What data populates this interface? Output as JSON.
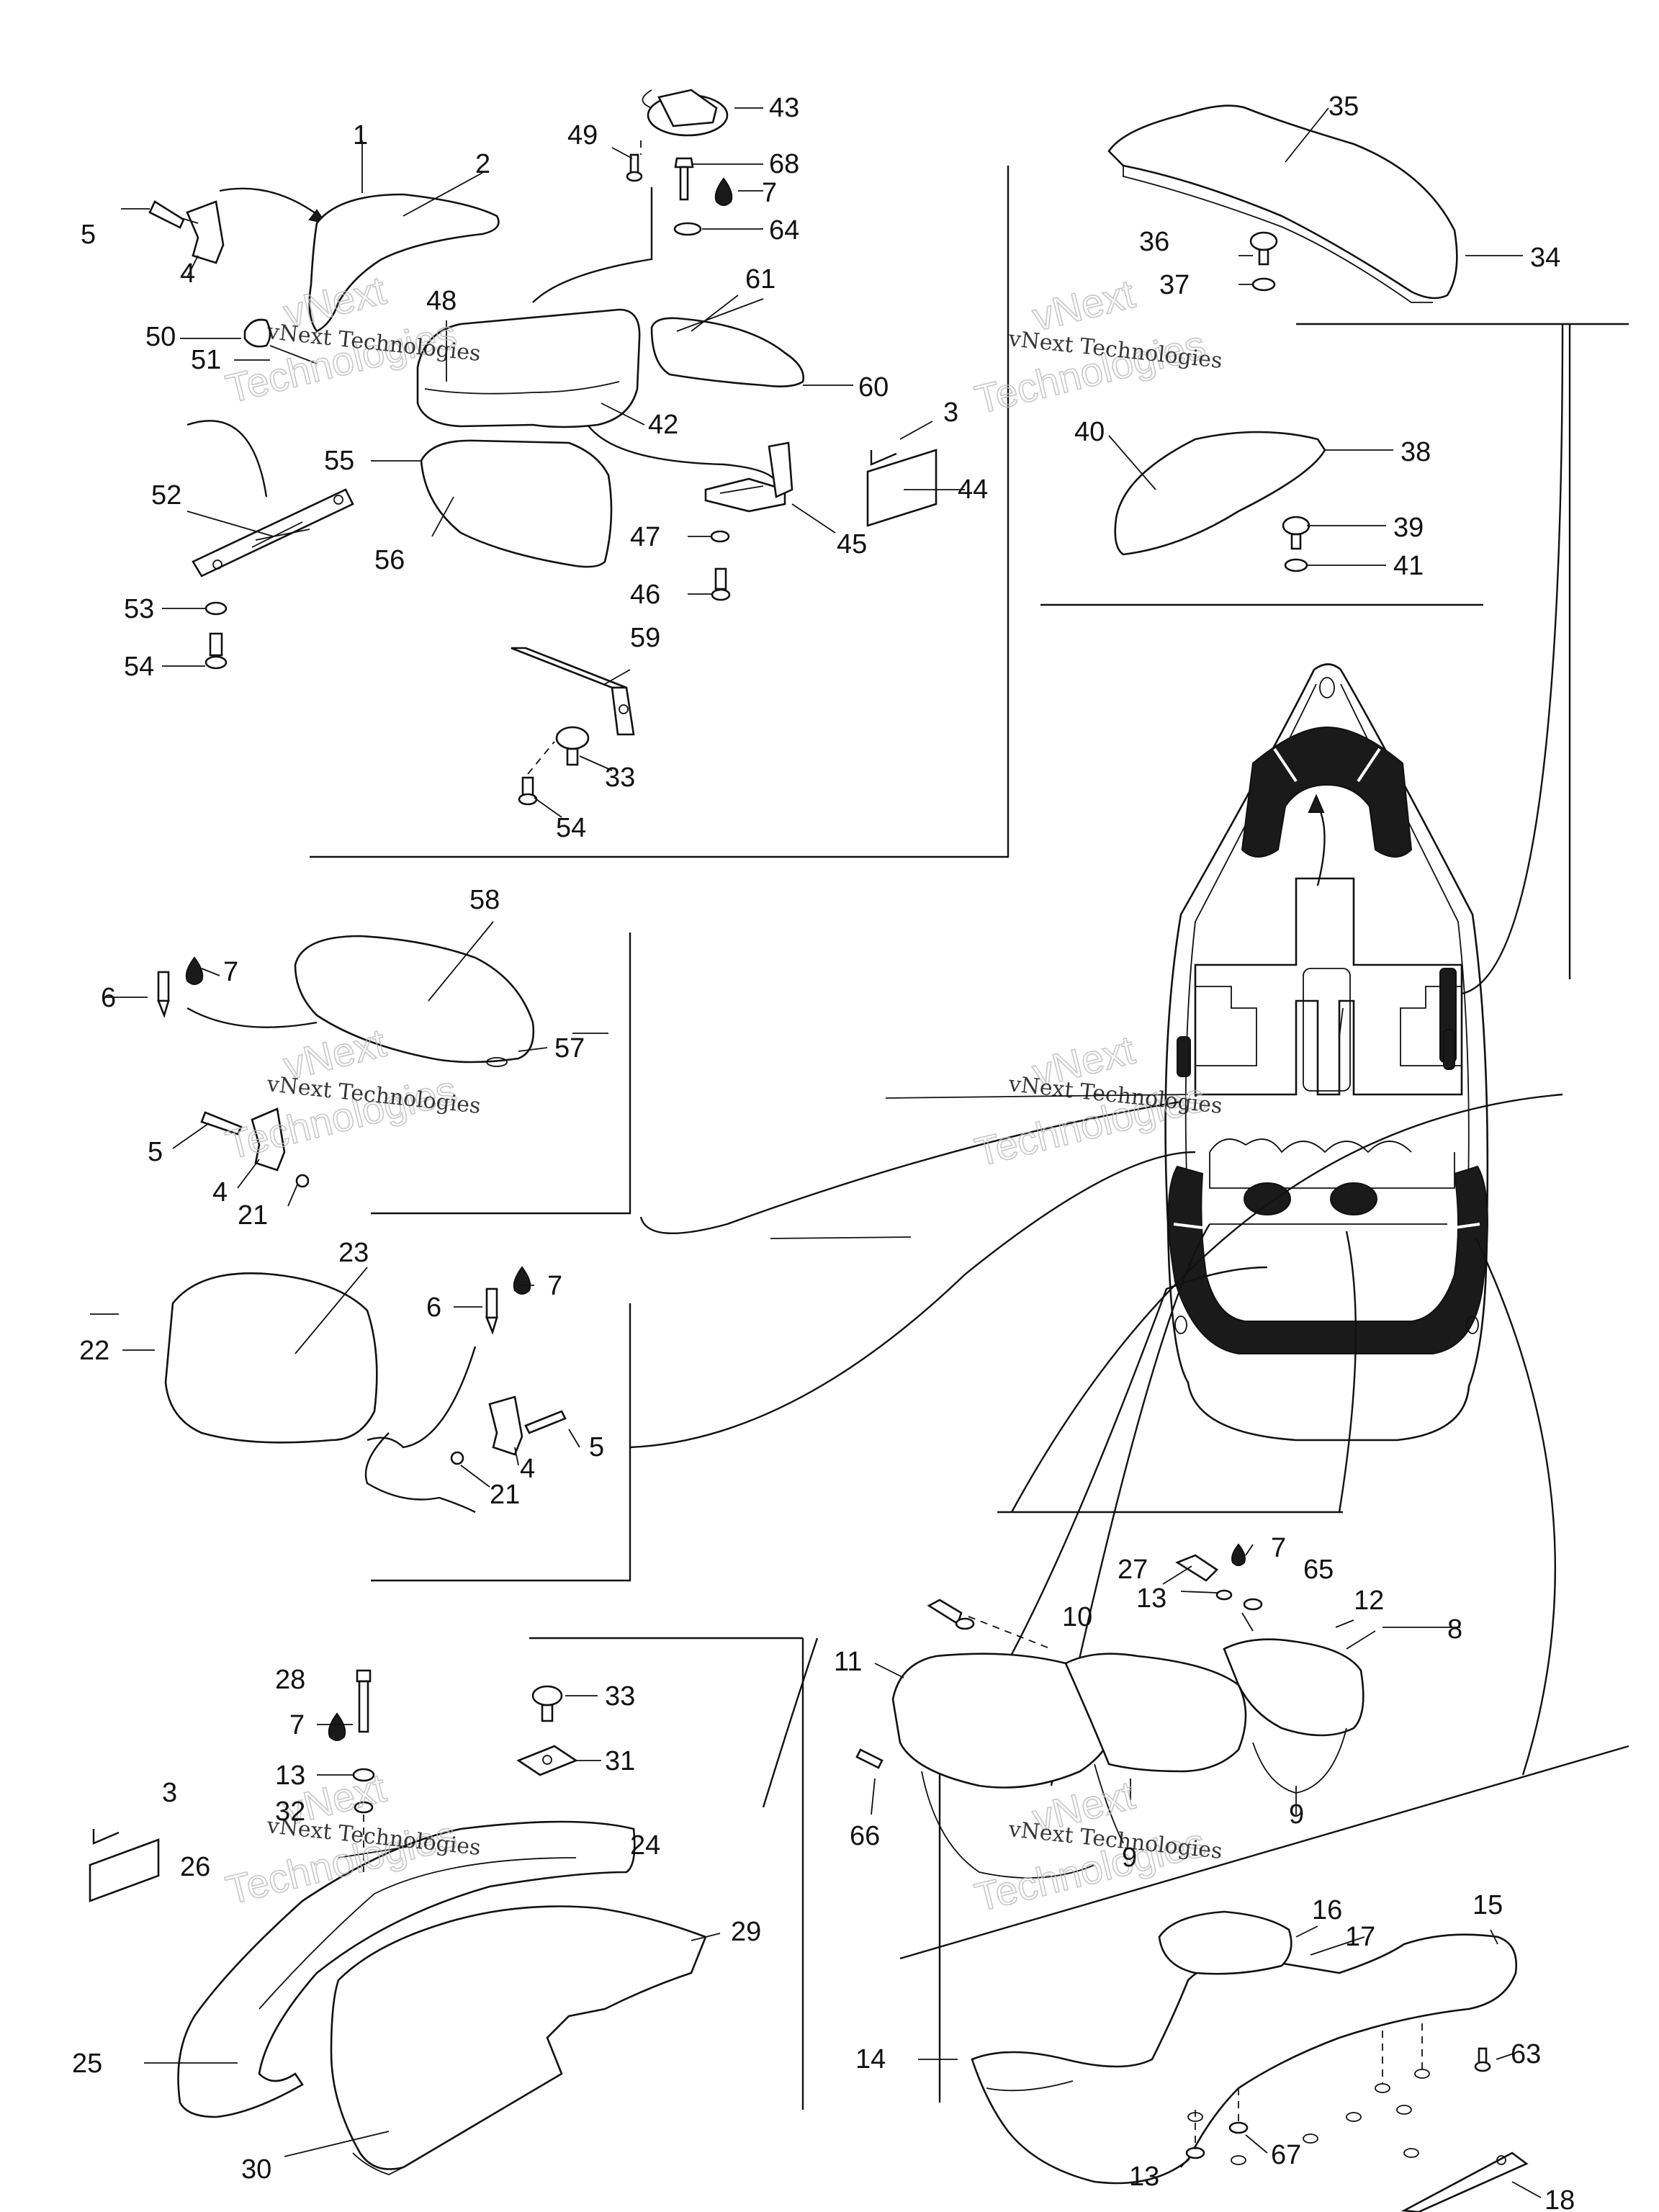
{
  "callouts": {
    "c1": "1",
    "c2": "2",
    "c3a": "3",
    "c3b": "3",
    "c4a": "4",
    "c4b": "4",
    "c4c": "4",
    "c5a": "5",
    "c5b": "5",
    "c5c": "5",
    "c6a": "6",
    "c6b": "6",
    "c7a": "7",
    "c7b": "7",
    "c7c": "7",
    "c7d": "7",
    "c7e": "7",
    "c8": "8",
    "c9a": "9",
    "c9b": "9",
    "c10": "10",
    "c11": "11",
    "c12": "12",
    "c13a": "13",
    "c13b": "13",
    "c13c": "13",
    "c14": "14",
    "c15": "15",
    "c16": "16",
    "c17": "17",
    "c18": "18",
    "c21a": "21",
    "c21b": "21",
    "c22": "22",
    "c23": "23",
    "c24": "24",
    "c25": "25",
    "c26": "26",
    "c27": "27",
    "c28": "28",
    "c29": "29",
    "c30": "30",
    "c31": "31",
    "c32": "32",
    "c33a": "33",
    "c33b": "33",
    "c34": "34",
    "c35": "35",
    "c36": "36",
    "c37": "37",
    "c38": "38",
    "c39": "39",
    "c40": "40",
    "c41": "41",
    "c42": "42",
    "c43": "43",
    "c44": "44",
    "c45": "45",
    "c46": "46",
    "c47": "47",
    "c48": "48",
    "c49": "49",
    "c50": "50",
    "c51": "51",
    "c52": "52",
    "c53": "53",
    "c54a": "54",
    "c54b": "54",
    "c55": "55",
    "c56": "56",
    "c57": "57",
    "c58": "58",
    "c59": "59",
    "c60": "60",
    "c61": "61",
    "c63": "63",
    "c64": "64",
    "c65": "65",
    "c66": "66",
    "c67": "67",
    "c68": "68"
  },
  "watermark": {
    "line1": "vNext Technologies",
    "big1": "vNext",
    "big2": "Technologies"
  }
}
